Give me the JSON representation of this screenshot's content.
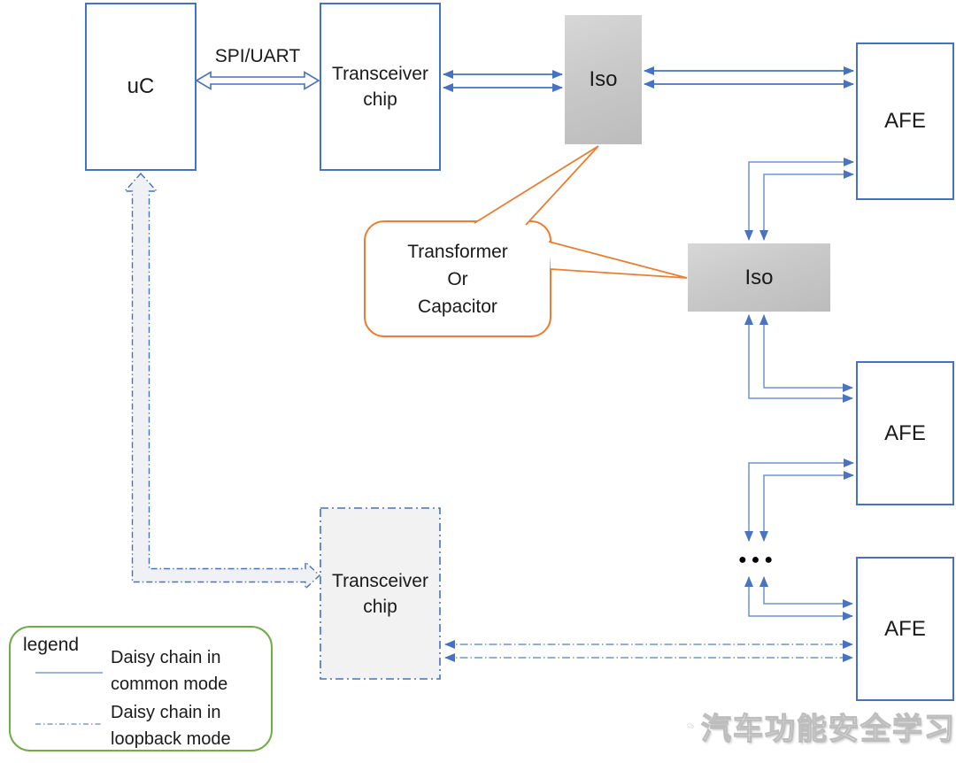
{
  "nodes": {
    "uc": {
      "label": "uC"
    },
    "transceiver_top": {
      "label": "Transceiver chip"
    },
    "iso_top": {
      "label": "Iso"
    },
    "iso_mid": {
      "label": "Iso"
    },
    "afe_top": {
      "label": "AFE"
    },
    "afe_mid": {
      "label": "AFE"
    },
    "afe_bottom": {
      "label": "AFE"
    },
    "transceiver_bottom": {
      "label": "Transceiver chip"
    }
  },
  "labels": {
    "bus": "SPI/UART",
    "ellipsis": "●●●"
  },
  "callout": {
    "lines": [
      "Transformer",
      "Or",
      "Capacitor"
    ]
  },
  "legend": {
    "title": "legend",
    "items": [
      {
        "label": "Daisy chain in common mode",
        "line_style": "solid"
      },
      {
        "label": "Daisy chain in loopback mode",
        "line_style": "dash-dot"
      }
    ]
  },
  "watermark": {
    "text": "汽车功能安全学习"
  },
  "colors": {
    "box_border": "#4472C4",
    "connector_dark": "#4472C4",
    "connector_light": "#6E93CE",
    "callout_border": "#ED7D31",
    "legend_border": "#70AD47",
    "iso_fill_top": "#D7D7D7",
    "iso_fill_bottom": "#BCBCBC",
    "chip_fill": "#F2F2F2",
    "text": "#1A1A1A"
  }
}
